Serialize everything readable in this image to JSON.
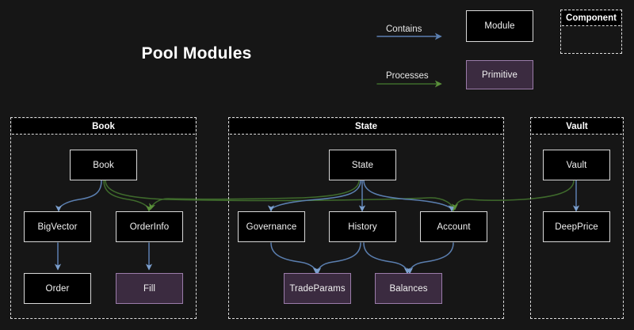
{
  "title": "Pool Modules",
  "background": "#161616",
  "colors": {
    "module_fill": "#000000",
    "module_border": "#d8d8d8",
    "primitive_fill": "#3b2b40",
    "primitive_border": "#9b7caa",
    "contains_edge": "#5b7fb0",
    "processes_edge": "#3f6b2c",
    "processes_arrow": "#5a8f3a",
    "frame_border": "#dcdcdc",
    "text": "#f2f2f2"
  },
  "legend": {
    "contains": {
      "label": "Contains",
      "color": "#5b7fb0"
    },
    "processes": {
      "label": "Processes",
      "color": "#3f6b2c"
    },
    "module_sample": {
      "label": "Module",
      "type": "module"
    },
    "primitive_sample": {
      "label": "Primitive",
      "type": "primitive"
    },
    "component_sample": {
      "label": "Component",
      "type": "component"
    }
  },
  "groups": [
    {
      "id": "book",
      "label": "Book"
    },
    {
      "id": "state",
      "label": "State"
    },
    {
      "id": "vault",
      "label": "Vault"
    }
  ],
  "nodes": {
    "book": {
      "label": "Book",
      "type": "module",
      "group": "book"
    },
    "bigvector": {
      "label": "BigVector",
      "type": "module",
      "group": "book"
    },
    "orderinfo": {
      "label": "OrderInfo",
      "type": "module",
      "group": "book"
    },
    "order": {
      "label": "Order",
      "type": "module",
      "group": "book"
    },
    "fill": {
      "label": "Fill",
      "type": "primitive",
      "group": "book"
    },
    "state": {
      "label": "State",
      "type": "module",
      "group": "state"
    },
    "governance": {
      "label": "Governance",
      "type": "module",
      "group": "state"
    },
    "history": {
      "label": "History",
      "type": "module",
      "group": "state"
    },
    "account": {
      "label": "Account",
      "type": "module",
      "group": "state"
    },
    "tradeparams": {
      "label": "TradeParams",
      "type": "primitive",
      "group": "state"
    },
    "balances": {
      "label": "Balances",
      "type": "primitive",
      "group": "state"
    },
    "vault": {
      "label": "Vault",
      "type": "module",
      "group": "vault"
    },
    "deepprice": {
      "label": "DeepPrice",
      "type": "module",
      "group": "vault"
    }
  },
  "edges": [
    {
      "from": "book",
      "to": "bigvector",
      "kind": "contains"
    },
    {
      "from": "bigvector",
      "to": "order",
      "kind": "contains"
    },
    {
      "from": "orderinfo",
      "to": "fill",
      "kind": "contains"
    },
    {
      "from": "state",
      "to": "governance",
      "kind": "contains"
    },
    {
      "from": "state",
      "to": "history",
      "kind": "contains"
    },
    {
      "from": "state",
      "to": "account",
      "kind": "contains"
    },
    {
      "from": "governance",
      "to": "tradeparams",
      "kind": "contains"
    },
    {
      "from": "history",
      "to": "tradeparams",
      "kind": "contains"
    },
    {
      "from": "history",
      "to": "balances",
      "kind": "contains"
    },
    {
      "from": "account",
      "to": "balances",
      "kind": "contains"
    },
    {
      "from": "vault",
      "to": "deepprice",
      "kind": "contains"
    },
    {
      "from": "book",
      "to": "orderinfo",
      "kind": "processes"
    },
    {
      "from": "book",
      "to": "account",
      "kind": "processes"
    },
    {
      "from": "state",
      "to": "orderinfo",
      "kind": "processes"
    },
    {
      "from": "vault",
      "to": "account",
      "kind": "processes"
    }
  ]
}
